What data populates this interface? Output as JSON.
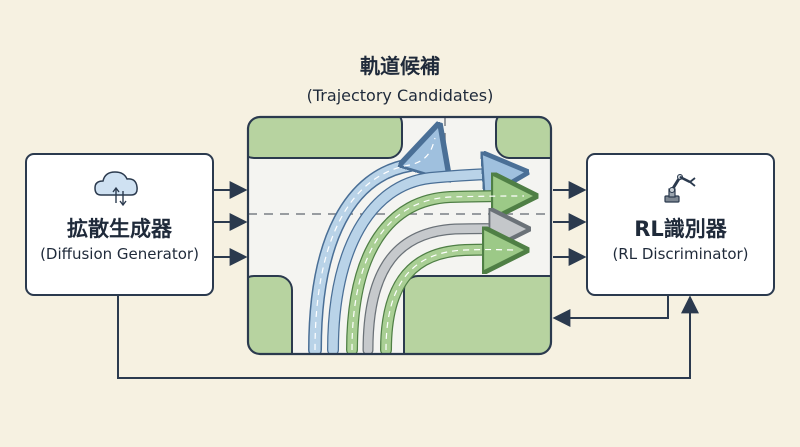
{
  "title": {
    "jp": "軌道候補",
    "en": "(Trajectory Candidates)"
  },
  "generator": {
    "jp": "拡散生成器",
    "en": "(Diffusion Generator)",
    "icon": "cloud-data-icon"
  },
  "discriminator": {
    "jp": "RL識別器",
    "en": "(RL Discriminator)",
    "icon": "robot-arm-icon"
  },
  "colors": {
    "background": "#f6f1e1",
    "stroke": "#2b3a4e",
    "grass": "#b7d3a0",
    "road": "#f4f4f1",
    "trajectory_blue": "#b9d3e8",
    "trajectory_green": "#a9cf94",
    "trajectory_gray": "#c6c9cc"
  }
}
